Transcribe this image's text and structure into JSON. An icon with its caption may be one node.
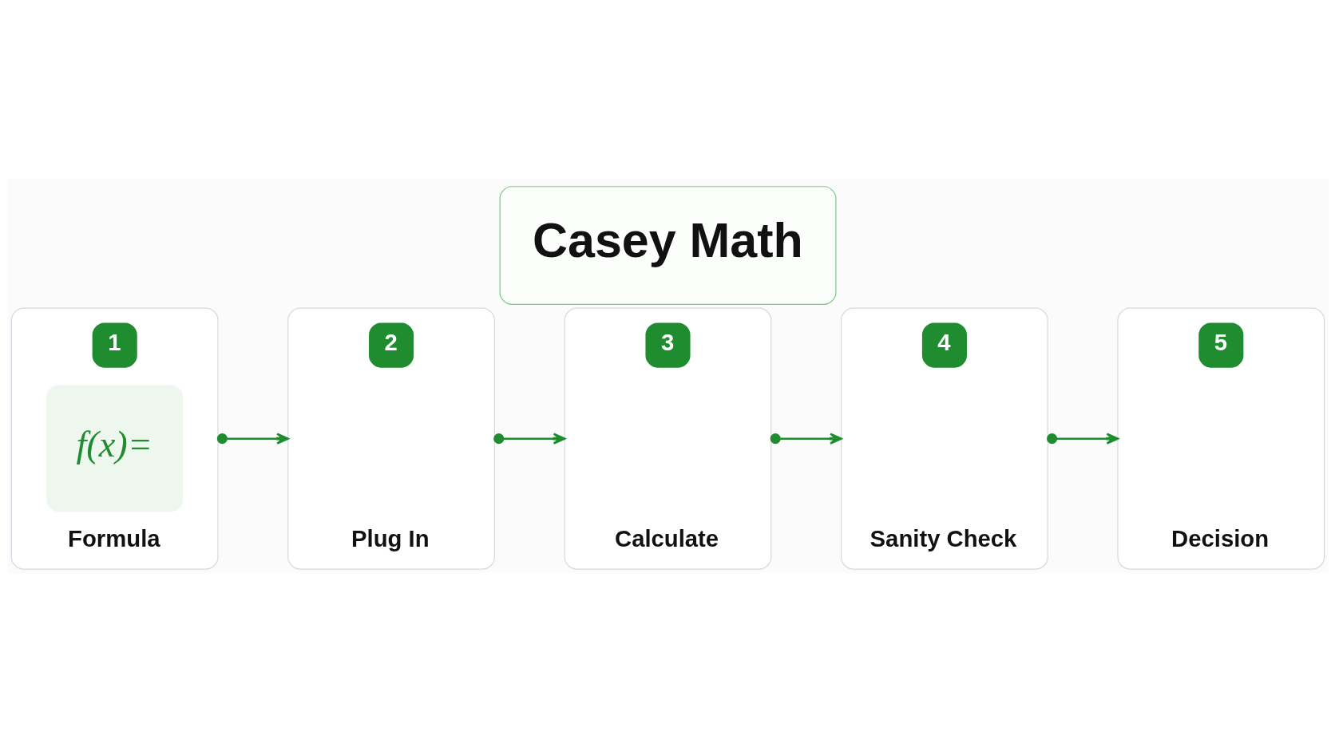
{
  "diagram": {
    "title": "Casey Math",
    "nodes": [
      {
        "text": [
          "1",
          "f(x)=",
          "Formula"
        ]
      },
      {
        "text": [
          "2",
          "Plug In"
        ]
      },
      {
        "text": [
          "3",
          "Calculate"
        ]
      },
      {
        "text": [
          "4",
          "Sanity Check"
        ]
      },
      {
        "text": [
          "5",
          "Decision"
        ]
      }
    ],
    "edges": [
      {
        "from": 0,
        "to": 1,
        "arrow": "to"
      },
      {
        "from": 1,
        "to": 2,
        "arrow": "to"
      },
      {
        "from": 2,
        "to": 3,
        "arrow": "to"
      },
      {
        "from": 3,
        "to": 4,
        "arrow": "to"
      }
    ]
  }
}
